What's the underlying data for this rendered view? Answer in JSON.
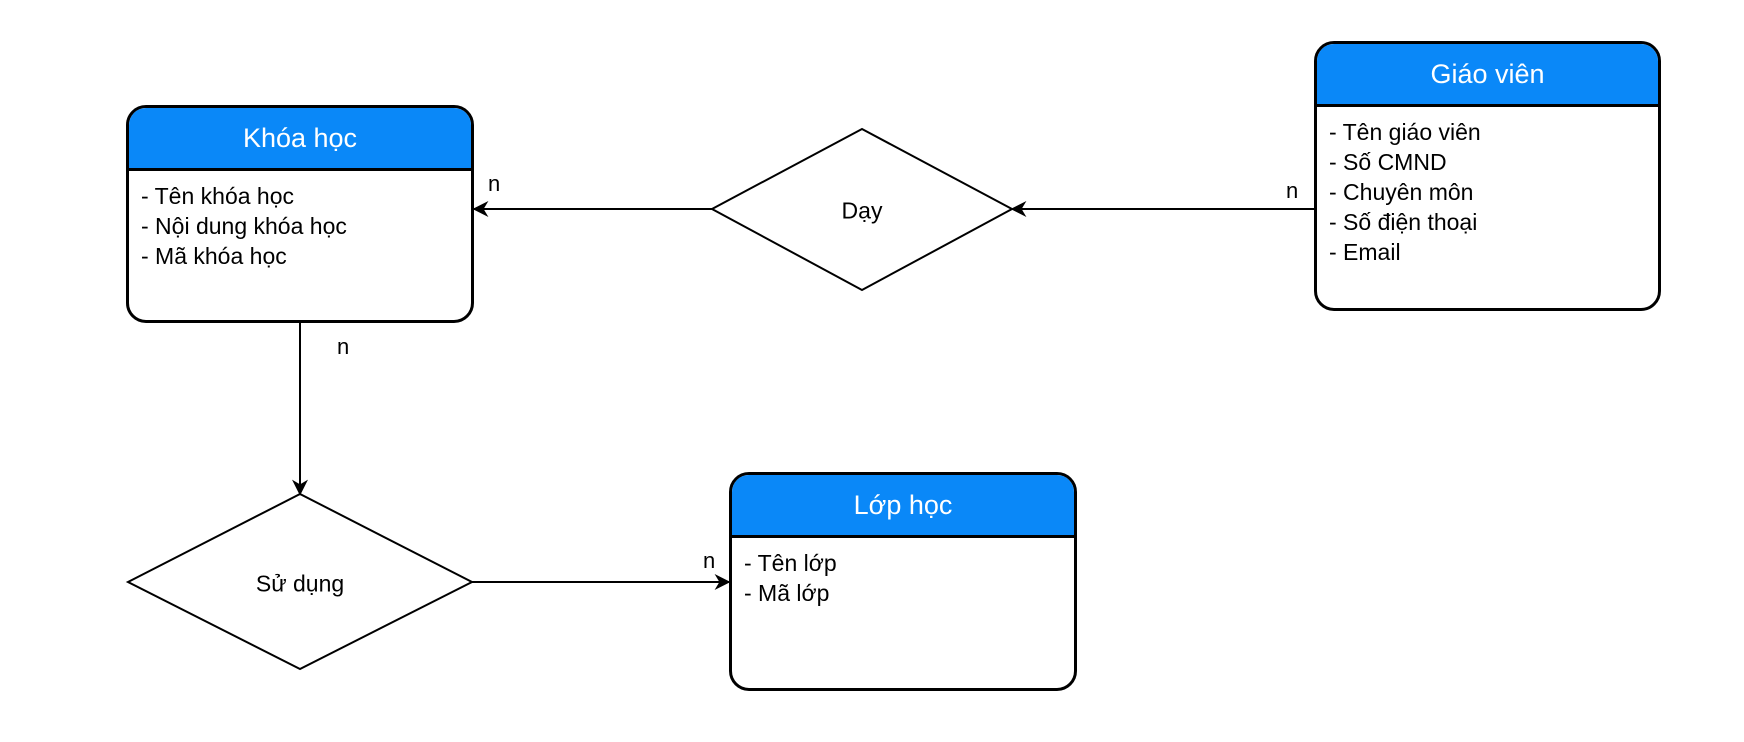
{
  "colors": {
    "header": "#0a88f8",
    "stroke": "#000000",
    "background": "#ffffff"
  },
  "entities": {
    "khoa_hoc": {
      "title": "Khóa học",
      "attributes": [
        "- Tên khóa học",
        "- Nội dung khóa học",
        "- Mã khóa học"
      ]
    },
    "giao_vien": {
      "title": "Giáo viên",
      "attributes": [
        "- Tên giáo viên",
        "- Số CMND",
        "- Chuyên môn",
        "- Số điện thoại",
        "- Email"
      ]
    },
    "lop_hoc": {
      "title": "Lớp học",
      "attributes": [
        "- Tên lớp",
        "- Mã lớp"
      ]
    }
  },
  "relationships": {
    "day": {
      "label": "Dạy"
    },
    "su_dung": {
      "label": "Sử dụng"
    }
  },
  "cardinalities": {
    "khoa_hoc_day": "n",
    "giao_vien_day": "n",
    "khoa_hoc_su_dung": "n",
    "lop_hoc_su_dung": "n"
  }
}
